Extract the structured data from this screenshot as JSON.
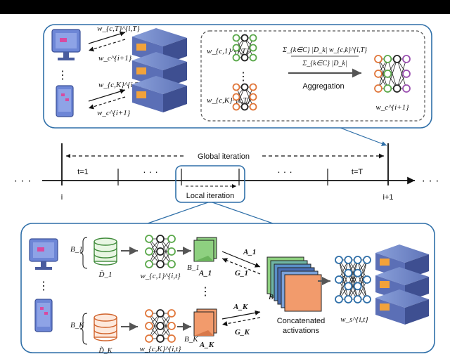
{
  "colors": {
    "frame": "#2f6fa8",
    "green": "#5aa84a",
    "orange": "#e0763a",
    "purple": "#9a4fb0",
    "server": "#4a5c9e",
    "server_light": "#7f94d0",
    "stack_green": "#8ed080",
    "stack_orange": "#f29b6c",
    "device": "#5b7ccf",
    "dashed_arrow": "#111111"
  },
  "top": {
    "up_weight": "w_{c,T}^{i,T}",
    "down_weight": "w_c^{i+1}",
    "up_weight_k": "w_{c,K}^{i,T}",
    "down_weight_k": "w_c^{i+1}",
    "w_c1": "w_{c,1}^{i,T}",
    "w_cK": "w_{c,K}^{i,T}",
    "formula_num": "Σ_{k∈C} |D_k| w_{c,k}^{i,T}",
    "formula_den": "Σ_{k∈C} |D_k|",
    "aggregation": "Aggregation",
    "w_next": "w_c^{i+1}",
    "dots": "⋮"
  },
  "timeline": {
    "global_iteration": "Global iteration",
    "t_first": "t=1",
    "t_last": "t=T",
    "i": "i",
    "i_next": "i+1",
    "ellipsis": "· · ·",
    "local_iteration": "Local iteration"
  },
  "bottom": {
    "B1": "B_1",
    "BK": "B_K",
    "D1": "D̃_1",
    "DK": "D̃_K",
    "w_c1": "w_{c,1}^{i,t}",
    "w_cK": "w_{c,K}^{i,t}",
    "A1": "A_1",
    "AK": "A_K",
    "G1": "G_1",
    "GK": "G_K",
    "B": "B",
    "concat": "Concatenated",
    "activations": "activations",
    "w_s": "w_s^{i,t}"
  }
}
